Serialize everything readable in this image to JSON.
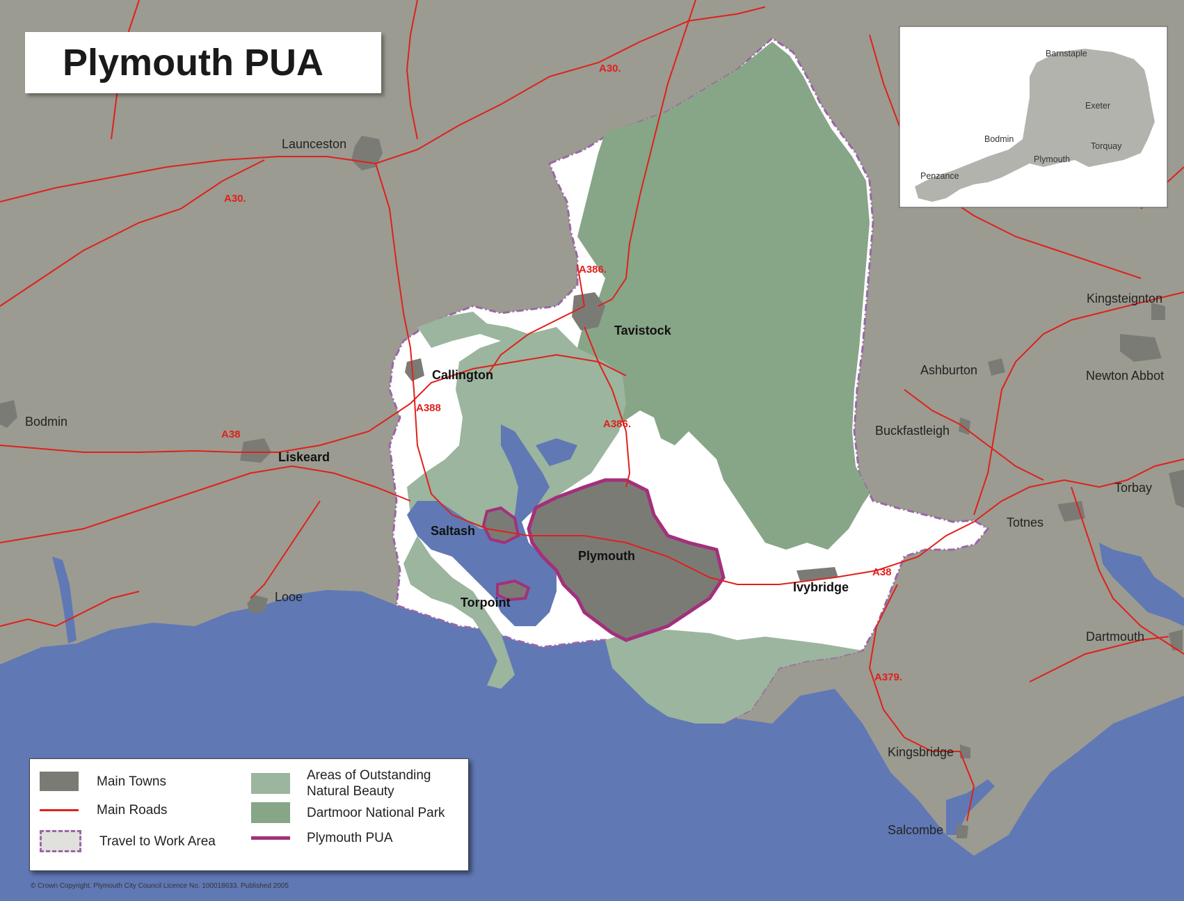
{
  "title": "Plymouth PUA",
  "colors": {
    "land": "#9b9b91",
    "sea": "#6078b4",
    "travel_area": "#ffffff",
    "aonb": "#9bb59e",
    "dartmoor": "#87a587",
    "main_towns": "#7b7b76",
    "main_roads": "#e0201b",
    "pua_border": "#a3307b",
    "travel_border": "#9a66a6"
  },
  "towns": [
    {
      "name": "Launceston",
      "bold": false
    },
    {
      "name": "Bodmin",
      "bold": false
    },
    {
      "name": "Liskeard",
      "bold": true
    },
    {
      "name": "Looe",
      "bold": false
    },
    {
      "name": "Callington",
      "bold": true
    },
    {
      "name": "Tavistock",
      "bold": true
    },
    {
      "name": "Saltash",
      "bold": true
    },
    {
      "name": "Plymouth",
      "bold": true
    },
    {
      "name": "Torpoint",
      "bold": true
    },
    {
      "name": "Ivybridge",
      "bold": true
    },
    {
      "name": "Ashburton",
      "bold": false
    },
    {
      "name": "Buckfastleigh",
      "bold": false
    },
    {
      "name": "Kingsteignton",
      "bold": false
    },
    {
      "name": "Newton Abbot",
      "bold": false
    },
    {
      "name": "Torbay",
      "bold": false
    },
    {
      "name": "Totnes",
      "bold": false
    },
    {
      "name": "Dartmouth",
      "bold": false
    },
    {
      "name": "Kingsbridge",
      "bold": false
    },
    {
      "name": "Salcombe",
      "bold": false
    }
  ],
  "roads": [
    "A30.",
    "A30.",
    "A386.",
    "A386.",
    "A388",
    "A38",
    "A38",
    "A379."
  ],
  "inset": {
    "places": [
      "Barnstaple",
      "Exeter",
      "Bodmin",
      "Torquay",
      "Plymouth",
      "Penzance"
    ]
  },
  "legend": {
    "items": [
      {
        "key": "main_towns",
        "label": "Main Towns"
      },
      {
        "key": "main_roads",
        "label": "Main Roads"
      },
      {
        "key": "travel_area",
        "label": "Travel to Work Area"
      },
      {
        "key": "aonb",
        "label": "Areas of Outstanding Natural Beauty"
      },
      {
        "key": "dartmoor",
        "label": "Dartmoor National Park"
      },
      {
        "key": "pua",
        "label": "Plymouth PUA"
      }
    ]
  },
  "copyright": "© Crown Copyright.  Plymouth City Council Licence No. 100018633.  Published 2005"
}
